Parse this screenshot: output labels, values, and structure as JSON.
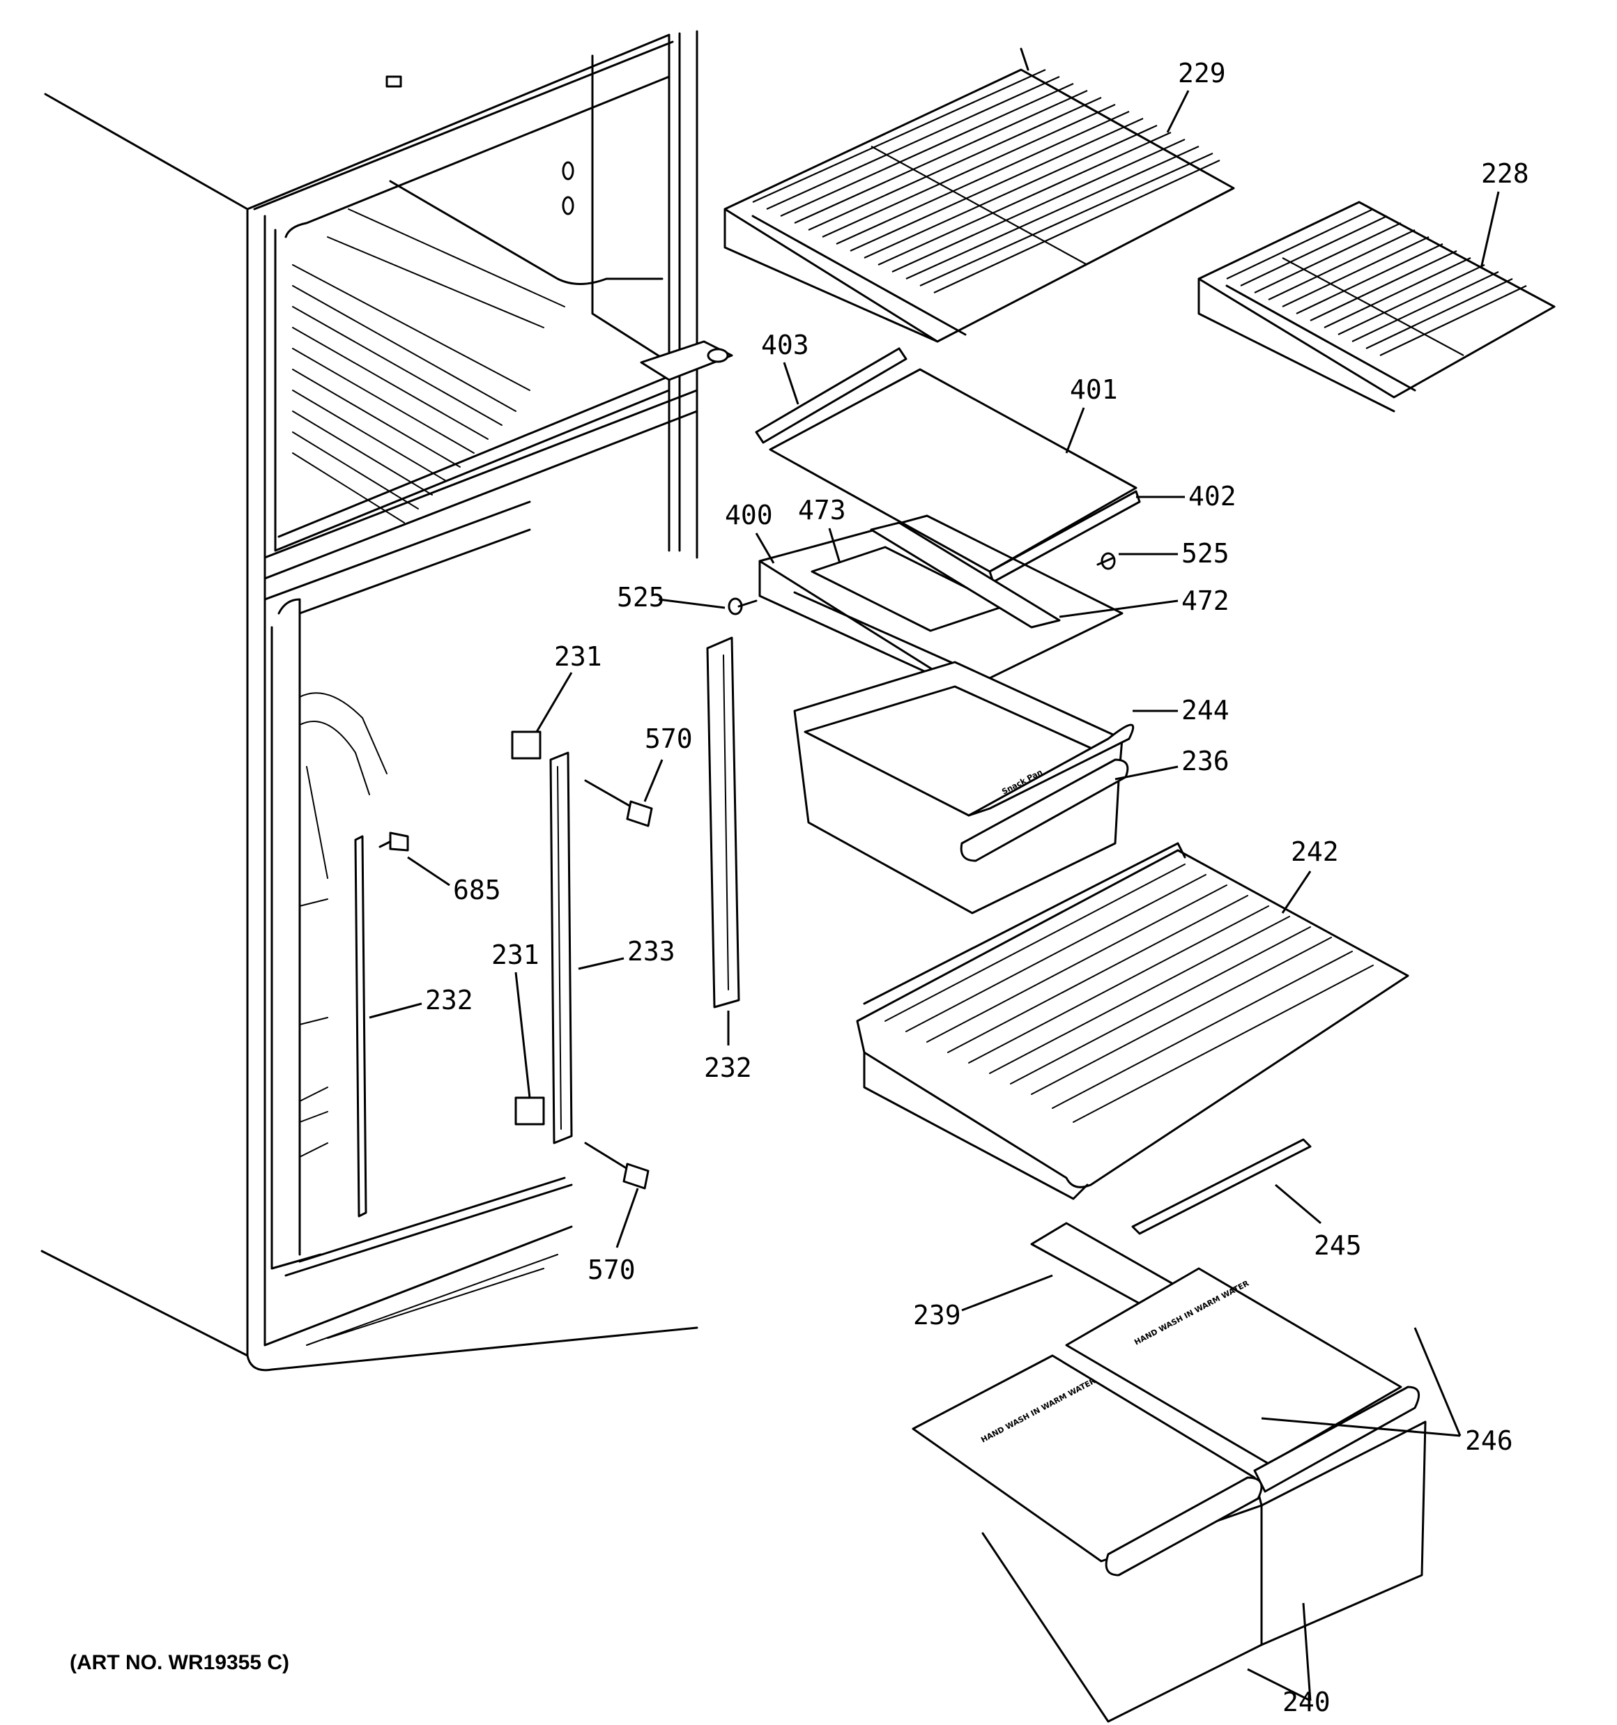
{
  "art_number": "(ART NO. WR19355 C)",
  "callouts": [
    {
      "id": "c229",
      "text": "229"
    },
    {
      "id": "c228",
      "text": "228"
    },
    {
      "id": "c403",
      "text": "403"
    },
    {
      "id": "c401",
      "text": "401"
    },
    {
      "id": "c402",
      "text": "402"
    },
    {
      "id": "c400",
      "text": "400"
    },
    {
      "id": "c473",
      "text": "473"
    },
    {
      "id": "c525a",
      "text": "525"
    },
    {
      "id": "c525b",
      "text": "525"
    },
    {
      "id": "c472",
      "text": "472"
    },
    {
      "id": "c231a",
      "text": "231"
    },
    {
      "id": "c570a",
      "text": "570"
    },
    {
      "id": "c244",
      "text": "244"
    },
    {
      "id": "c236",
      "text": "236"
    },
    {
      "id": "c685",
      "text": "685"
    },
    {
      "id": "c242",
      "text": "242"
    },
    {
      "id": "c231b",
      "text": "231"
    },
    {
      "id": "c233",
      "text": "233"
    },
    {
      "id": "c232a",
      "text": "232"
    },
    {
      "id": "c232b",
      "text": "232"
    },
    {
      "id": "c570b",
      "text": "570"
    },
    {
      "id": "c245",
      "text": "245"
    },
    {
      "id": "c239",
      "text": "239"
    },
    {
      "id": "c246",
      "text": "246"
    },
    {
      "id": "c240",
      "text": "240"
    }
  ],
  "embossed_text": {
    "snack_pan": "Snack Pan",
    "bin_label_left": "HAND WASH IN WARM WATER",
    "bin_label_right": "HAND WASH IN WARM WATER"
  }
}
